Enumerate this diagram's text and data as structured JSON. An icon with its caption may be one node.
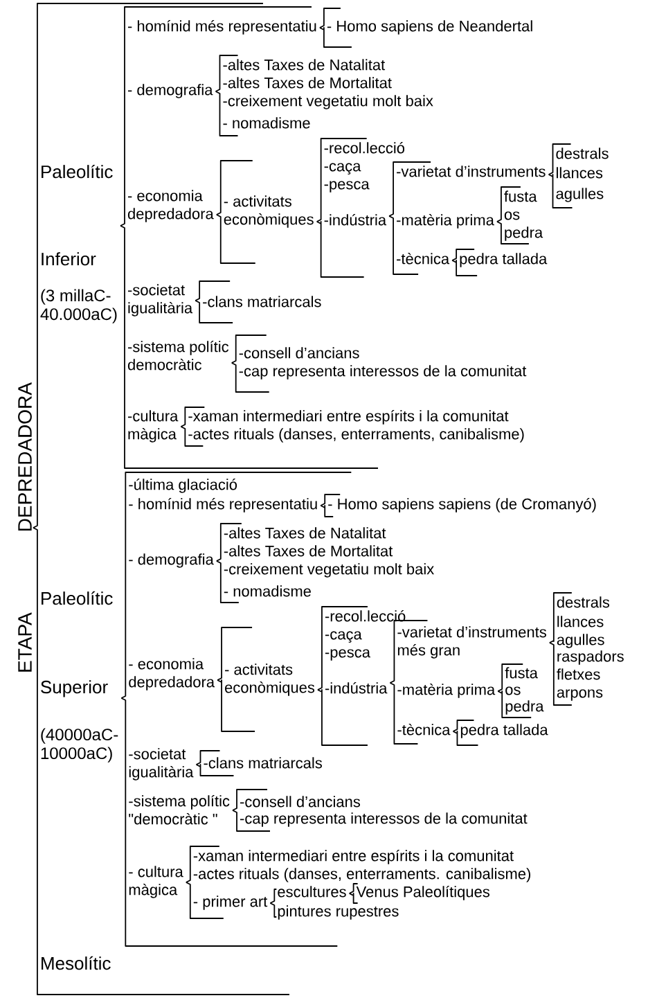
{
  "diagram": {
    "nodes": [
      {
        "text": [
          "ETAPA",
          "DEPREDADORA"
        ]
      },
      {
        "text": [
          "Paleolític",
          "Inferior",
          "(3 millaC- 40.000aC)"
        ]
      },
      {
        "text": [
          "- homínid més representatiu"
        ]
      },
      {
        "text": [
          "- Homo sapiens de Neandertal"
        ]
      },
      {
        "text": [
          "- demografia"
        ]
      },
      {
        "text": [
          "-altes Taxes de Natalitat"
        ]
      },
      {
        "text": [
          "-altes Taxes de Mortalitat"
        ]
      },
      {
        "text": [
          "-creixement vegetatiu molt baix"
        ]
      },
      {
        "text": [
          "- nomadisme"
        ]
      },
      {
        "text": [
          "- economia depredadora"
        ]
      },
      {
        "text": [
          "- activitats econòmiques"
        ]
      },
      {
        "text": [
          "-recol.lecció"
        ]
      },
      {
        "text": [
          "-caça"
        ]
      },
      {
        "text": [
          "-pesca"
        ]
      },
      {
        "text": [
          "-indústria"
        ]
      },
      {
        "text": [
          "-varietat d’instruments"
        ]
      },
      {
        "text": [
          "destrals"
        ]
      },
      {
        "text": [
          "llances"
        ]
      },
      {
        "text": [
          "agulles"
        ]
      },
      {
        "text": [
          "-matèria prima"
        ]
      },
      {
        "text": [
          "fusta"
        ]
      },
      {
        "text": [
          "os"
        ]
      },
      {
        "text": [
          "pedra"
        ]
      },
      {
        "text": [
          "-tècnica"
        ]
      },
      {
        "text": [
          "pedra tallada"
        ]
      },
      {
        "text": [
          "-societat igualitària"
        ]
      },
      {
        "text": [
          "-clans matriarcals"
        ]
      },
      {
        "text": [
          "-sistema polític democràtic"
        ]
      },
      {
        "text": [
          "-consell d’ancians"
        ]
      },
      {
        "text": [
          "-cap representa interessos de la comunitat"
        ]
      },
      {
        "text": [
          "-cultura màgica"
        ]
      },
      {
        "text": [
          "-xaman intermediari entre espírits i la comunitat"
        ]
      },
      {
        "text": [
          "-actes rituals (danses, enterraments, canibalisme)"
        ]
      },
      {
        "text": [
          "Paleolític",
          "Superior",
          "(40000aC- 10000aC)"
        ]
      },
      {
        "text": [
          "-última glaciació"
        ]
      },
      {
        "text": [
          "- homínid més representatiu"
        ]
      },
      {
        "text": [
          "- Homo sapiens sapiens (de Cromanyó)"
        ]
      },
      {
        "text": [
          "- demografia"
        ]
      },
      {
        "text": [
          "-altes Taxes de Natalitat"
        ]
      },
      {
        "text": [
          "-altes Taxes de Mortalitat"
        ]
      },
      {
        "text": [
          "-creixement vegetatiu molt baix"
        ]
      },
      {
        "text": [
          "- nomadisme"
        ]
      },
      {
        "text": [
          "- economia depredadora"
        ]
      },
      {
        "text": [
          "- activitats econòmiques"
        ]
      },
      {
        "text": [
          "-recol.lecció"
        ]
      },
      {
        "text": [
          "-caça"
        ]
      },
      {
        "text": [
          "-pesca"
        ]
      },
      {
        "text": [
          "-indústria"
        ]
      },
      {
        "text": [
          "-varietat d’instruments més gran"
        ]
      },
      {
        "text": [
          "destrals"
        ]
      },
      {
        "text": [
          "llances"
        ]
      },
      {
        "text": [
          "agulles"
        ]
      },
      {
        "text": [
          "raspadors"
        ]
      },
      {
        "text": [
          "fletxes"
        ]
      },
      {
        "text": [
          "arpons"
        ]
      },
      {
        "text": [
          "-matèria prima"
        ]
      },
      {
        "text": [
          "fusta"
        ]
      },
      {
        "text": [
          "os"
        ]
      },
      {
        "text": [
          "pedra"
        ]
      },
      {
        "text": [
          "-tècnica"
        ]
      },
      {
        "text": [
          "pedra tallada"
        ]
      },
      {
        "text": [
          "-societat igualitària"
        ]
      },
      {
        "text": [
          "-clans matriarcals"
        ]
      },
      {
        "text": [
          "-sistema polític \"democràtic \""
        ]
      },
      {
        "text": [
          "-consell d’ancians"
        ]
      },
      {
        "text": [
          "-cap representa interessos de la comunitat"
        ]
      },
      {
        "text": [
          "- cultura màgica"
        ]
      },
      {
        "text": [
          "-xaman intermediari entre espírits i la comunitat"
        ]
      },
      {
        "text": [
          "-actes rituals (danses, enterraments. canibalisme)"
        ]
      },
      {
        "text": [
          "- primer art"
        ]
      },
      {
        "text": [
          "escultures"
        ]
      },
      {
        "text": [
          "Venus Paleolítiques"
        ]
      },
      {
        "text": [
          "pintures rupestres"
        ]
      },
      {
        "text": [
          "Mesolític"
        ]
      }
    ],
    "edges": [
      {
        "from": 0,
        "to": 1,
        "arrow": "none"
      },
      {
        "from": 1,
        "to": 2,
        "arrow": "none"
      },
      {
        "from": 2,
        "to": 3,
        "arrow": "none"
      },
      {
        "from": 1,
        "to": 4,
        "arrow": "none"
      },
      {
        "from": 4,
        "to": 5,
        "arrow": "none"
      },
      {
        "from": 4,
        "to": 6,
        "arrow": "none"
      },
      {
        "from": 4,
        "to": 7,
        "arrow": "none"
      },
      {
        "from": 4,
        "to": 8,
        "arrow": "none"
      },
      {
        "from": 1,
        "to": 9,
        "arrow": "none"
      },
      {
        "from": 9,
        "to": 10,
        "arrow": "none"
      },
      {
        "from": 10,
        "to": 11,
        "arrow": "none"
      },
      {
        "from": 10,
        "to": 12,
        "arrow": "none"
      },
      {
        "from": 10,
        "to": 13,
        "arrow": "none"
      },
      {
        "from": 10,
        "to": 14,
        "arrow": "none"
      },
      {
        "from": 14,
        "to": 15,
        "arrow": "none"
      },
      {
        "from": 15,
        "to": 16,
        "arrow": "none"
      },
      {
        "from": 15,
        "to": 17,
        "arrow": "none"
      },
      {
        "from": 15,
        "to": 18,
        "arrow": "none"
      },
      {
        "from": 14,
        "to": 19,
        "arrow": "none"
      },
      {
        "from": 19,
        "to": 20,
        "arrow": "none"
      },
      {
        "from": 19,
        "to": 21,
        "arrow": "none"
      },
      {
        "from": 19,
        "to": 22,
        "arrow": "none"
      },
      {
        "from": 14,
        "to": 23,
        "arrow": "none"
      },
      {
        "from": 23,
        "to": 24,
        "arrow": "none"
      },
      {
        "from": 1,
        "to": 25,
        "arrow": "none"
      },
      {
        "from": 25,
        "to": 26,
        "arrow": "none"
      },
      {
        "from": 1,
        "to": 27,
        "arrow": "none"
      },
      {
        "from": 27,
        "to": 28,
        "arrow": "none"
      },
      {
        "from": 27,
        "to": 29,
        "arrow": "none"
      },
      {
        "from": 1,
        "to": 30,
        "arrow": "none"
      },
      {
        "from": 30,
        "to": 31,
        "arrow": "none"
      },
      {
        "from": 30,
        "to": 32,
        "arrow": "none"
      },
      {
        "from": 0,
        "to": 33,
        "arrow": "none"
      },
      {
        "from": 33,
        "to": 34,
        "arrow": "none"
      },
      {
        "from": 33,
        "to": 35,
        "arrow": "none"
      },
      {
        "from": 35,
        "to": 36,
        "arrow": "none"
      },
      {
        "from": 33,
        "to": 37,
        "arrow": "none"
      },
      {
        "from": 37,
        "to": 38,
        "arrow": "none"
      },
      {
        "from": 37,
        "to": 39,
        "arrow": "none"
      },
      {
        "from": 37,
        "to": 40,
        "arrow": "none"
      },
      {
        "from": 37,
        "to": 41,
        "arrow": "none"
      },
      {
        "from": 33,
        "to": 42,
        "arrow": "none"
      },
      {
        "from": 42,
        "to": 43,
        "arrow": "none"
      },
      {
        "from": 43,
        "to": 44,
        "arrow": "none"
      },
      {
        "from": 43,
        "to": 45,
        "arrow": "none"
      },
      {
        "from": 43,
        "to": 46,
        "arrow": "none"
      },
      {
        "from": 43,
        "to": 47,
        "arrow": "none"
      },
      {
        "from": 47,
        "to": 48,
        "arrow": "none"
      },
      {
        "from": 48,
        "to": 49,
        "arrow": "none"
      },
      {
        "from": 48,
        "to": 50,
        "arrow": "none"
      },
      {
        "from": 48,
        "to": 51,
        "arrow": "none"
      },
      {
        "from": 48,
        "to": 52,
        "arrow": "none"
      },
      {
        "from": 48,
        "to": 53,
        "arrow": "none"
      },
      {
        "from": 48,
        "to": 54,
        "arrow": "none"
      },
      {
        "from": 47,
        "to": 55,
        "arrow": "none"
      },
      {
        "from": 55,
        "to": 56,
        "arrow": "none"
      },
      {
        "from": 55,
        "to": 57,
        "arrow": "none"
      },
      {
        "from": 55,
        "to": 58,
        "arrow": "none"
      },
      {
        "from": 47,
        "to": 59,
        "arrow": "none"
      },
      {
        "from": 59,
        "to": 60,
        "arrow": "none"
      },
      {
        "from": 33,
        "to": 61,
        "arrow": "none"
      },
      {
        "from": 61,
        "to": 62,
        "arrow": "none"
      },
      {
        "from": 33,
        "to": 63,
        "arrow": "none"
      },
      {
        "from": 63,
        "to": 64,
        "arrow": "none"
      },
      {
        "from": 63,
        "to": 65,
        "arrow": "none"
      },
      {
        "from": 33,
        "to": 66,
        "arrow": "none"
      },
      {
        "from": 66,
        "to": 67,
        "arrow": "none"
      },
      {
        "from": 66,
        "to": 68,
        "arrow": "none"
      },
      {
        "from": 66,
        "to": 69,
        "arrow": "none"
      },
      {
        "from": 69,
        "to": 70,
        "arrow": "none"
      },
      {
        "from": 70,
        "to": 71,
        "arrow": "none"
      },
      {
        "from": 69,
        "to": 72,
        "arrow": "none"
      },
      {
        "from": 0,
        "to": 73,
        "arrow": "none"
      }
    ]
  }
}
